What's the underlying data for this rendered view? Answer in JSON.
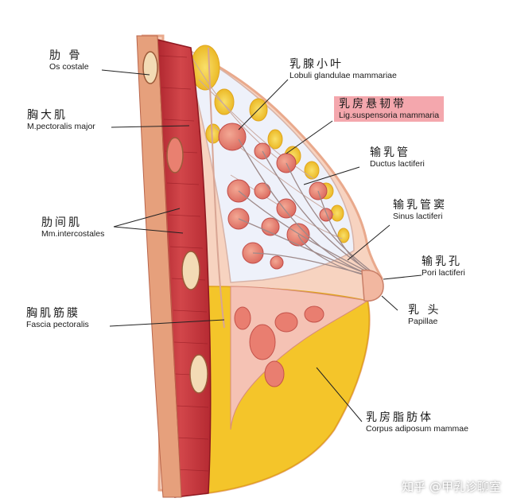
{
  "labels": {
    "os_costale": {
      "zh": "肋  骨",
      "la": "Os costale"
    },
    "pectoralis_major": {
      "zh": "胸大肌",
      "la": "M.pectoralis major"
    },
    "intercostales": {
      "zh": "肋间肌",
      "la": "Mm.intercostales"
    },
    "fascia_pectoralis": {
      "zh": "胸肌筋膜",
      "la": "Fascia pectoralis"
    },
    "lobuli": {
      "zh": "乳腺小叶",
      "la": "Lobuli glandulae mammariae"
    },
    "lig_suspensoria": {
      "zh": "乳房悬韧带",
      "la": "Lig.suspensoria mammaria"
    },
    "ductus": {
      "zh": "输乳管",
      "la": "Ductus lactiferi"
    },
    "sinus": {
      "zh": "输乳管窦",
      "la": "Sinus lactiferi"
    },
    "pori": {
      "zh": "输乳孔",
      "la": "Pori lactiferi"
    },
    "papillae": {
      "zh": "乳  头",
      "la": "Papillae"
    },
    "adiposum": {
      "zh": "乳房脂肪体",
      "la": "Corpus adiposum mammae"
    }
  },
  "watermark": "知乎 @甲乳诊聊室",
  "colors": {
    "highlight": "#f4a7ad",
    "muscle": "#c6323a",
    "fat": "#f2c72c",
    "gland": "#e98a7c",
    "skin": "#f6cdb6"
  }
}
